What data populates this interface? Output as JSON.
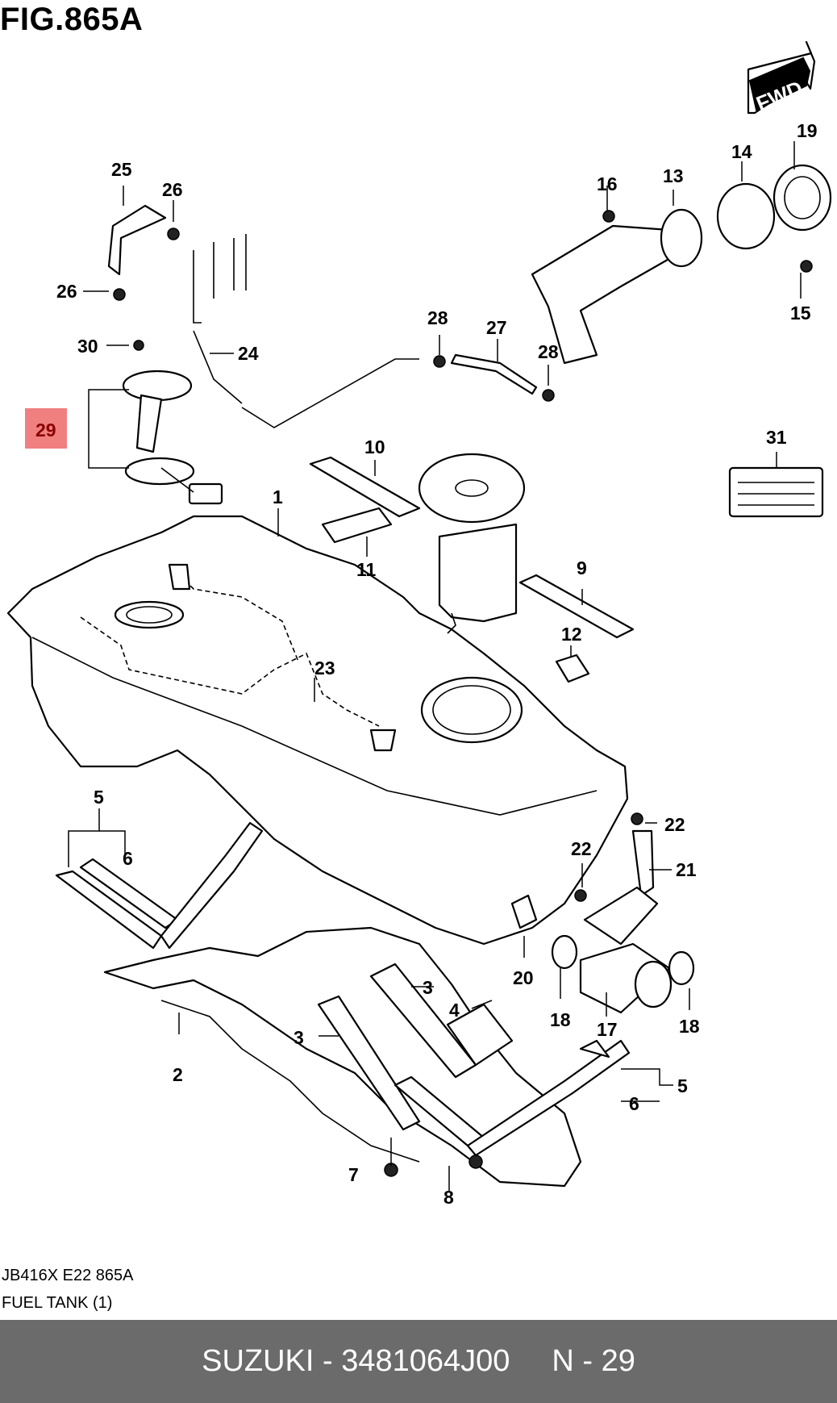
{
  "figure": {
    "title": "FIG.865A",
    "fwd_label": "FWD",
    "code": "JB416X E22 865A",
    "caption": "FUEL TANK (1)"
  },
  "callouts": [
    "1",
    "2",
    "3",
    "3",
    "4",
    "5",
    "6",
    "5",
    "6",
    "7",
    "8",
    "9",
    "10",
    "11",
    "12",
    "13",
    "14",
    "15",
    "16",
    "17",
    "18",
    "18",
    "19",
    "20",
    "21",
    "22",
    "22",
    "23",
    "24",
    "25",
    "26",
    "26",
    "27",
    "28",
    "28",
    "29",
    "30",
    "31"
  ],
  "highlight": {
    "label": "29",
    "color": "#f08080"
  },
  "footer": {
    "brand_part": "SUZUKI - 3481064J00",
    "ref": "N - 29",
    "background": "#6b6b6b"
  }
}
